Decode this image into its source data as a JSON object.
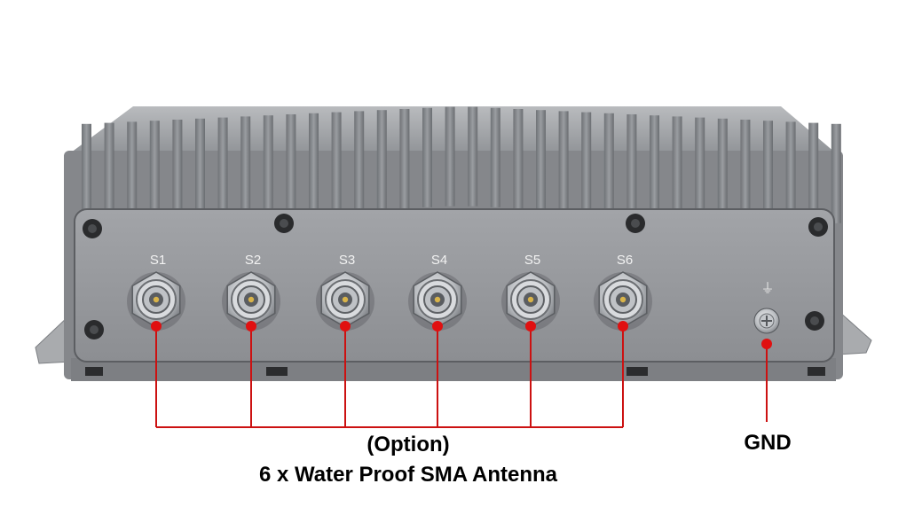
{
  "ports": [
    {
      "label": "S1"
    },
    {
      "label": "S2"
    },
    {
      "label": "S3"
    },
    {
      "label": "S4"
    },
    {
      "label": "S5"
    },
    {
      "label": "S6"
    }
  ],
  "ground_symbol": "⏚",
  "callouts": {
    "option": "(Option)",
    "antenna": "6 x Water Proof SMA Antenna",
    "gnd": "GND"
  },
  "colors": {
    "marker": "#e01010",
    "leader_line": "#cc1111",
    "chassis": "#8a8c90",
    "panel": "#96989c",
    "connector": "#cfd2d6"
  }
}
